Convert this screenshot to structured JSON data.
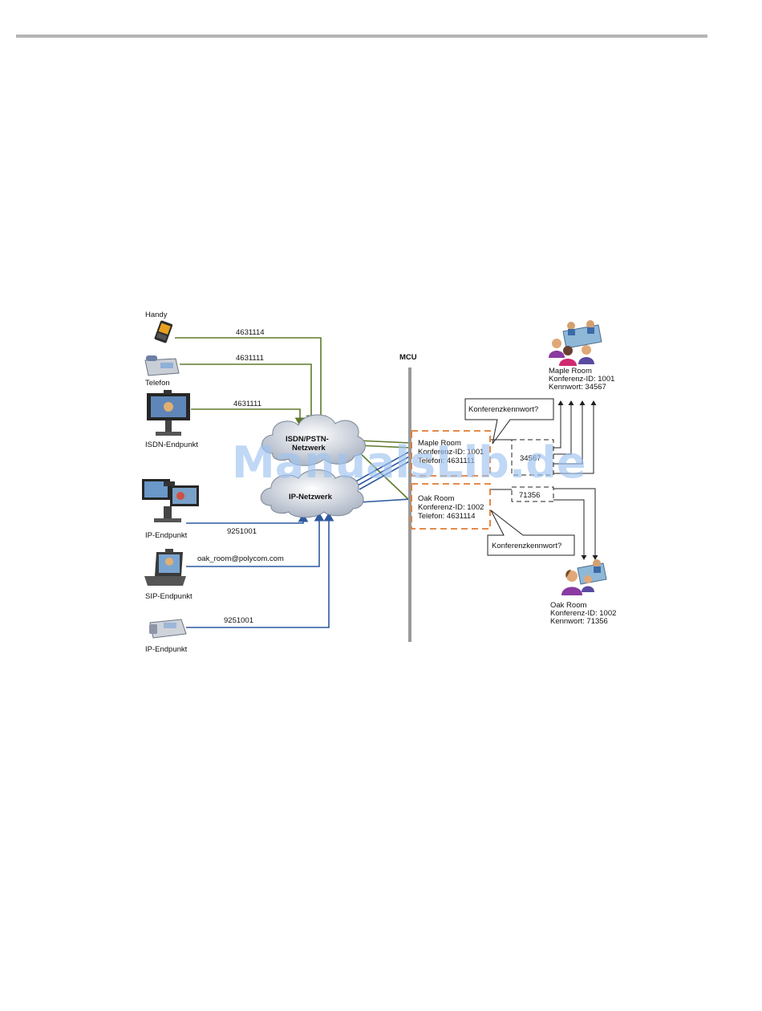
{
  "devices": {
    "handy": "Handy",
    "telefon": "Telefon",
    "isdn_endpoint": "ISDN-Endpunkt",
    "ip_endpoint_1": "IP-Endpunkt",
    "sip_endpoint": "SIP-Endpunkt",
    "ip_endpoint_2": "IP-Endpunkt"
  },
  "numbers": {
    "handy": "4631114",
    "telefon": "4631111",
    "isdn": "4631111",
    "ip1": "9251001",
    "sip": "oak_room@polycom.com",
    "ip2": "9251001"
  },
  "clouds": {
    "isdn_line1": "ISDN/PSTN-",
    "isdn_line2": "Netzwerk",
    "ip": "IP-Netzwerk"
  },
  "mcu": "MCU",
  "maple_box": {
    "name": "Maple Room",
    "conf_id": "Konferenz-ID: 1001",
    "phone": "Telefon: 4631111"
  },
  "oak_box": {
    "name": "Oak Room",
    "conf_id": "Konferenz-ID: 1002",
    "phone": "Telefon: 4631114"
  },
  "callouts": {
    "top": "Konferenzkennwort?",
    "bottom": "Konferenzkennwort?"
  },
  "passwords": {
    "maple": "34567",
    "oak": "71356"
  },
  "maple_room": {
    "name": "Maple Room",
    "conf_id": "Konferenz-ID: 1001",
    "password": "Kennwort: 34567"
  },
  "oak_room": {
    "name": "Oak Room",
    "conf_id": "Konferenz-ID: 1002",
    "password": "Kennwort: 71356"
  },
  "watermark": "ManualsLib.de",
  "colors": {
    "isdn_line": "#5e7a2a",
    "ip_line": "#2f5aa0",
    "dash_box": "#e07a30",
    "mcu_bar": "#9a9a9a"
  }
}
